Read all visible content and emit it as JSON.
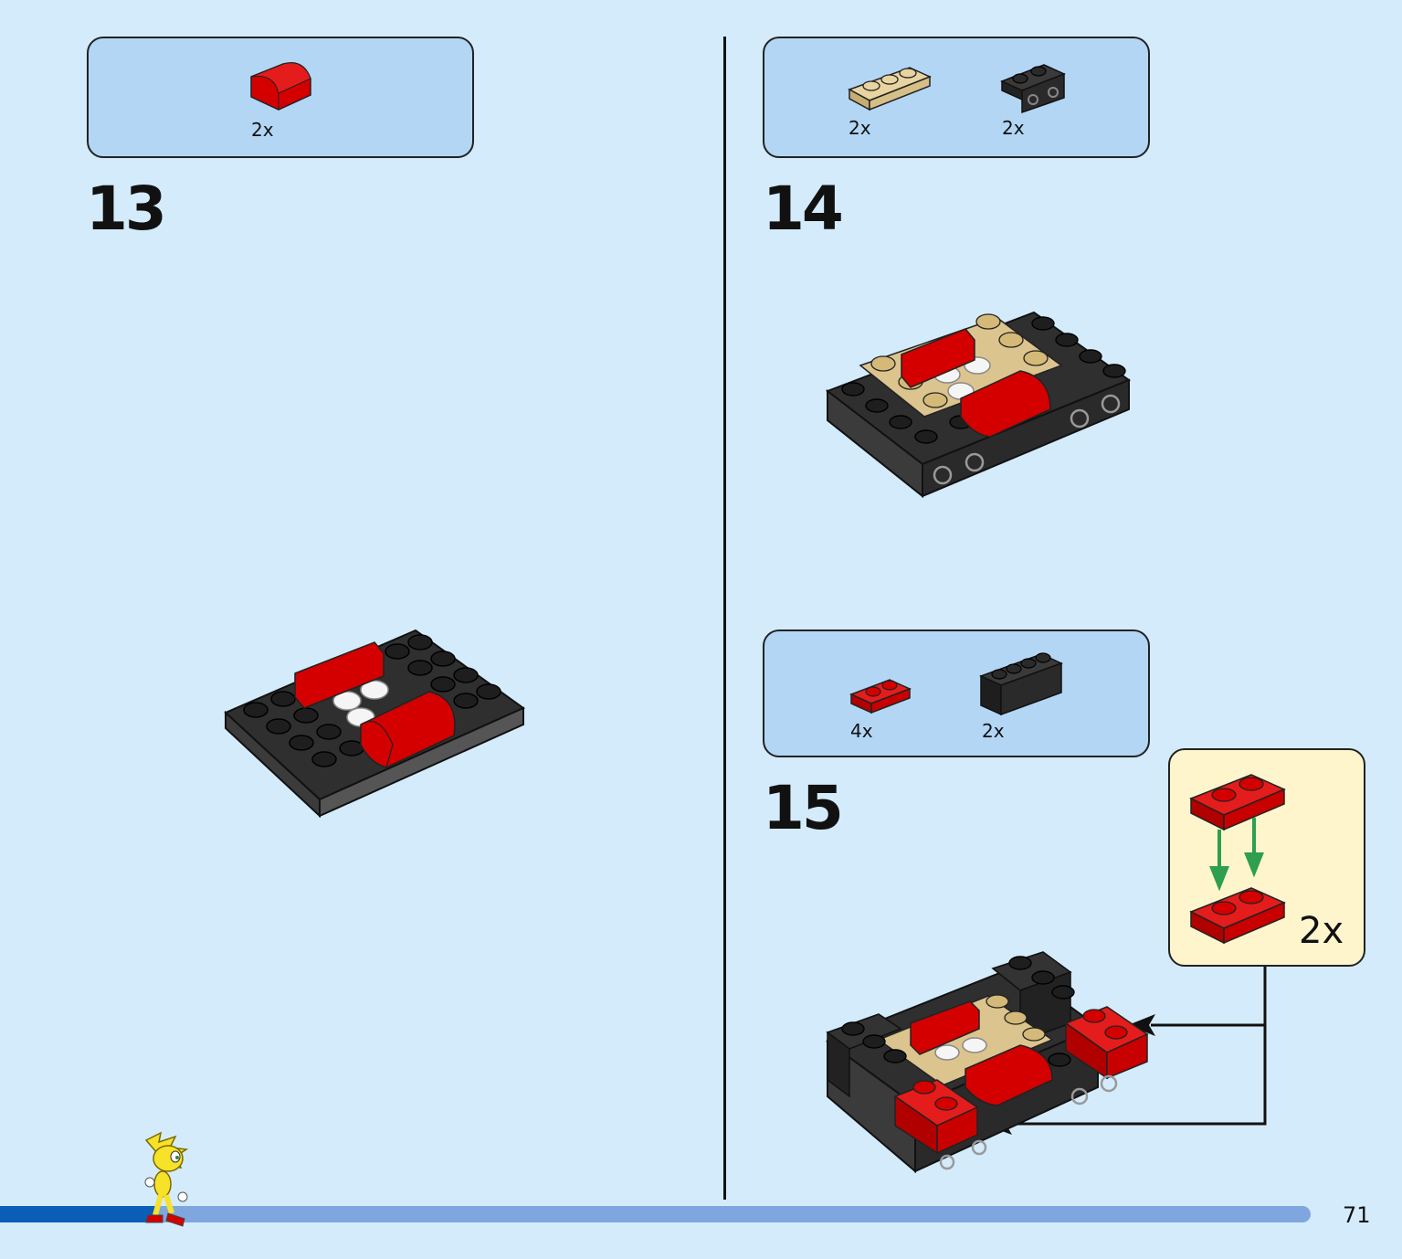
{
  "page": {
    "number": "71"
  },
  "progress": {
    "fraction": 0.12
  },
  "steps": [
    {
      "number": "13",
      "parts": [
        {
          "qty": "2x",
          "color": "#d40000",
          "icon": "red-curved-slope-brick"
        }
      ]
    },
    {
      "number": "14",
      "parts": [
        {
          "qty": "2x",
          "color": "#dcc48e",
          "icon": "tan-1x3-plate"
        },
        {
          "qty": "2x",
          "color": "#2a2a2a",
          "icon": "black-bracket-brick"
        }
      ]
    },
    {
      "number": "15",
      "parts": [
        {
          "qty": "4x",
          "color": "#d40000",
          "icon": "red-1x2-plate"
        },
        {
          "qty": "2x",
          "color": "#2a2a2a",
          "icon": "black-1x4-brick"
        }
      ],
      "subassembly": {
        "qty": "2x"
      }
    }
  ],
  "colors": {
    "background": "#d4ebfb",
    "parts_box": "#b3d6f5",
    "callout": "#fff5cd",
    "red": "#d40000",
    "black": "#2a2a2a",
    "tan": "#dcc48e",
    "progress_fill": "#0b5eb8",
    "progress_track": "#7fa6de",
    "arrow_green": "#2e9e4f"
  }
}
